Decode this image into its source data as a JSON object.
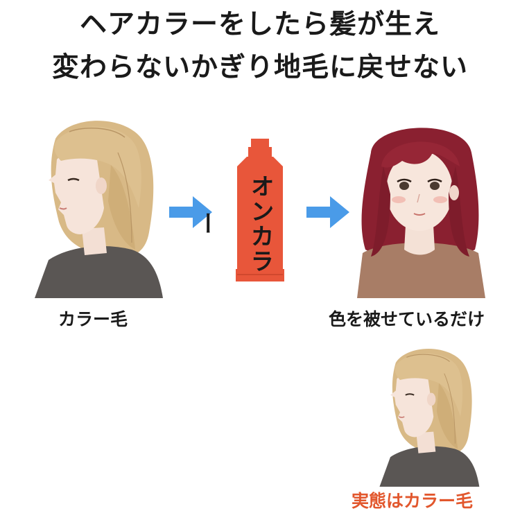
{
  "title": {
    "line1": "ヘアカラーをしたら髪が生え",
    "line2": "変わらないかぎり地毛に戻せない"
  },
  "tube": {
    "label": "オンカラー",
    "color": "#e8563a"
  },
  "captions": {
    "color_hair": "カラー毛",
    "only_coated": "色を被せているだけ",
    "reality": "実態はカラー毛"
  },
  "colors": {
    "arrow": "#4a9be8",
    "accent_red": "#e2572d",
    "blonde_hair": "#d8b986",
    "red_hair": "#8a2030"
  },
  "icons": {
    "arrow": "right-arrow-icon"
  }
}
